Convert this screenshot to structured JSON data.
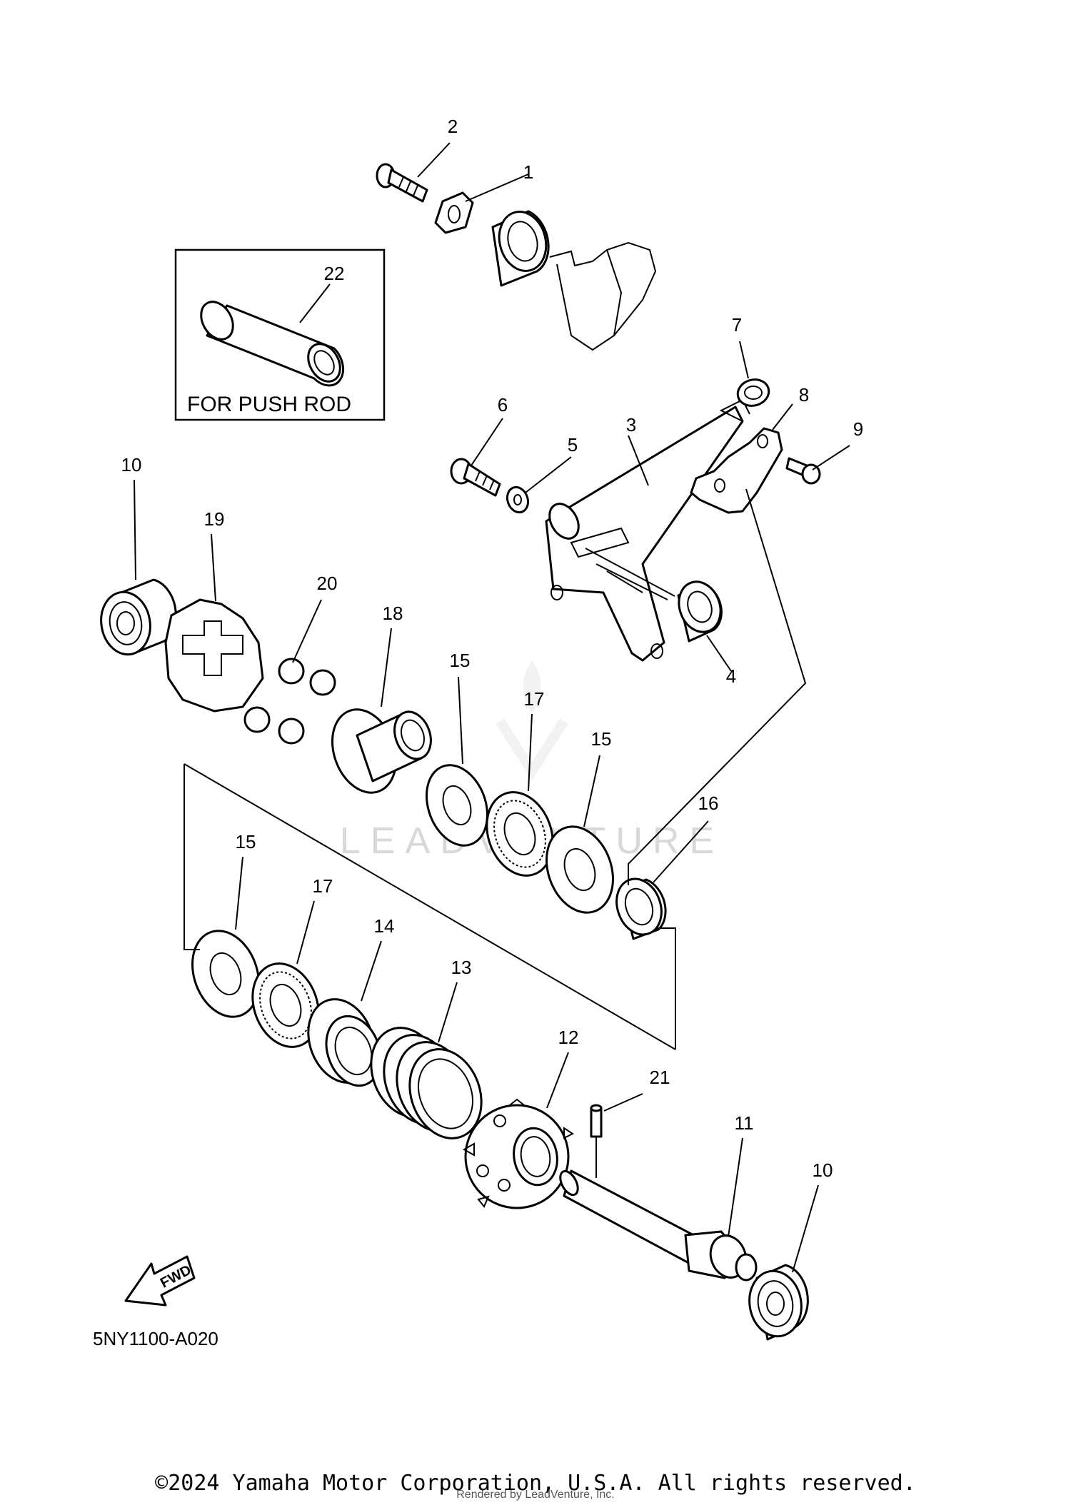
{
  "diagram": {
    "inset_label": "FOR PUSH ROD",
    "diagram_code": "5NY1100-A020",
    "fwd_label": "FWD",
    "watermark": "LEADVENTURE",
    "callouts": {
      "c1": "1",
      "c2": "2",
      "c3": "3",
      "c4": "4",
      "c5": "5",
      "c6": "6",
      "c7": "7",
      "c8": "8",
      "c9": "9",
      "c10a": "10",
      "c10b": "10",
      "c11": "11",
      "c12": "12",
      "c13": "13",
      "c14": "14",
      "c15a": "15",
      "c15b": "15",
      "c15c": "15",
      "c16": "16",
      "c17a": "17",
      "c17b": "17",
      "c18": "18",
      "c19": "19",
      "c20": "20",
      "c21": "21",
      "c22": "22"
    }
  },
  "footer": {
    "copyright": "©2024 Yamaha Motor Corporation, U.S.A. All rights reserved.",
    "rendered_by": "Rendered by LeadVenture, Inc."
  }
}
